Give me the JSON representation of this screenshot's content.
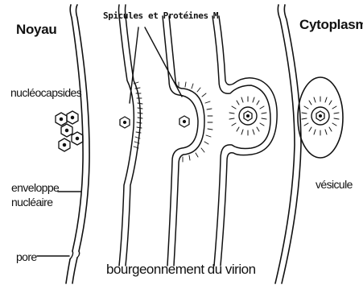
{
  "labels": {
    "noyau": "Noyau",
    "cytoplasme": "Cytoplasme",
    "spicules": "Spicules et Protéines M",
    "nucleocapsides": "nucléocapsides",
    "enveloppe_line1": "enveloppe",
    "enveloppe_line2": "nucléaire",
    "pore": "pore",
    "vesicule": "vésicule",
    "bourgeonnement": "bourgeonnement du virion"
  }
}
